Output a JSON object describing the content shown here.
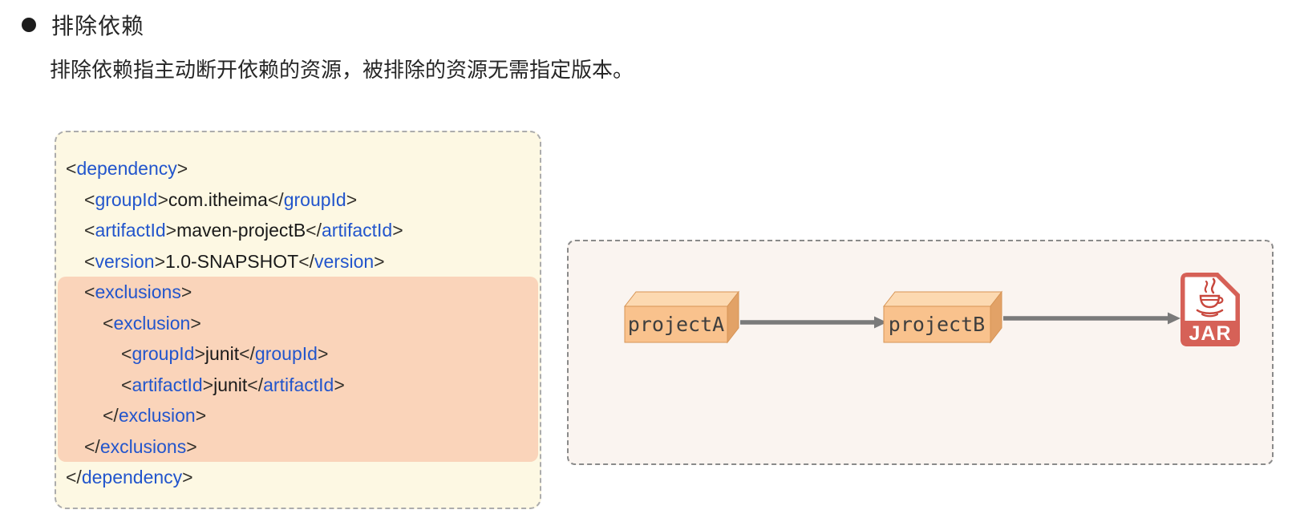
{
  "header": {
    "title": "排除依赖"
  },
  "intro": "排除依赖指主动断开依赖的资源，被排除的资源无需指定版本。",
  "code": {
    "lines": [
      {
        "text": "<dependency>",
        "indent": 0,
        "highlighted": false
      },
      {
        "text": "<groupId>com.itheima</groupId>",
        "indent": 1,
        "highlighted": false
      },
      {
        "text": "<artifactId>maven-projectB</artifactId>",
        "indent": 1,
        "highlighted": false
      },
      {
        "text": "<version>1.0-SNAPSHOT</version>",
        "indent": 1,
        "highlighted": false
      },
      {
        "text": "<exclusions>",
        "indent": 1,
        "highlighted": true
      },
      {
        "text": "<exclusion>",
        "indent": 2,
        "highlighted": true
      },
      {
        "text": "<groupId>junit</groupId>",
        "indent": 3,
        "highlighted": true
      },
      {
        "text": "<artifactId>junit</artifactId>",
        "indent": 3,
        "highlighted": true
      },
      {
        "text": "</exclusion>",
        "indent": 2,
        "highlighted": true
      },
      {
        "text": "</exclusions>",
        "indent": 1,
        "highlighted": true
      },
      {
        "text": "</dependency>",
        "indent": 0,
        "highlighted": false
      }
    ],
    "colors": {
      "background": "#FDF8E3",
      "highlight": "#FAD4BA",
      "tag": "#2255CC",
      "bracket": "#33302A",
      "text": "#1A1A1A"
    }
  },
  "diagram": {
    "nodes": [
      {
        "label": "projectA"
      },
      {
        "label": "projectB"
      }
    ],
    "jar": {
      "label": "JAR"
    },
    "colors": {
      "panel_bg": "#FAF4F0",
      "box_front": "#F9C28D",
      "box_top": "#FCD9B1",
      "box_side": "#E2A267",
      "box_edge": "#D79455",
      "arrow": "#7A7A7A",
      "jar_red": "#D66157",
      "jar_dark": "#C8473D"
    }
  }
}
